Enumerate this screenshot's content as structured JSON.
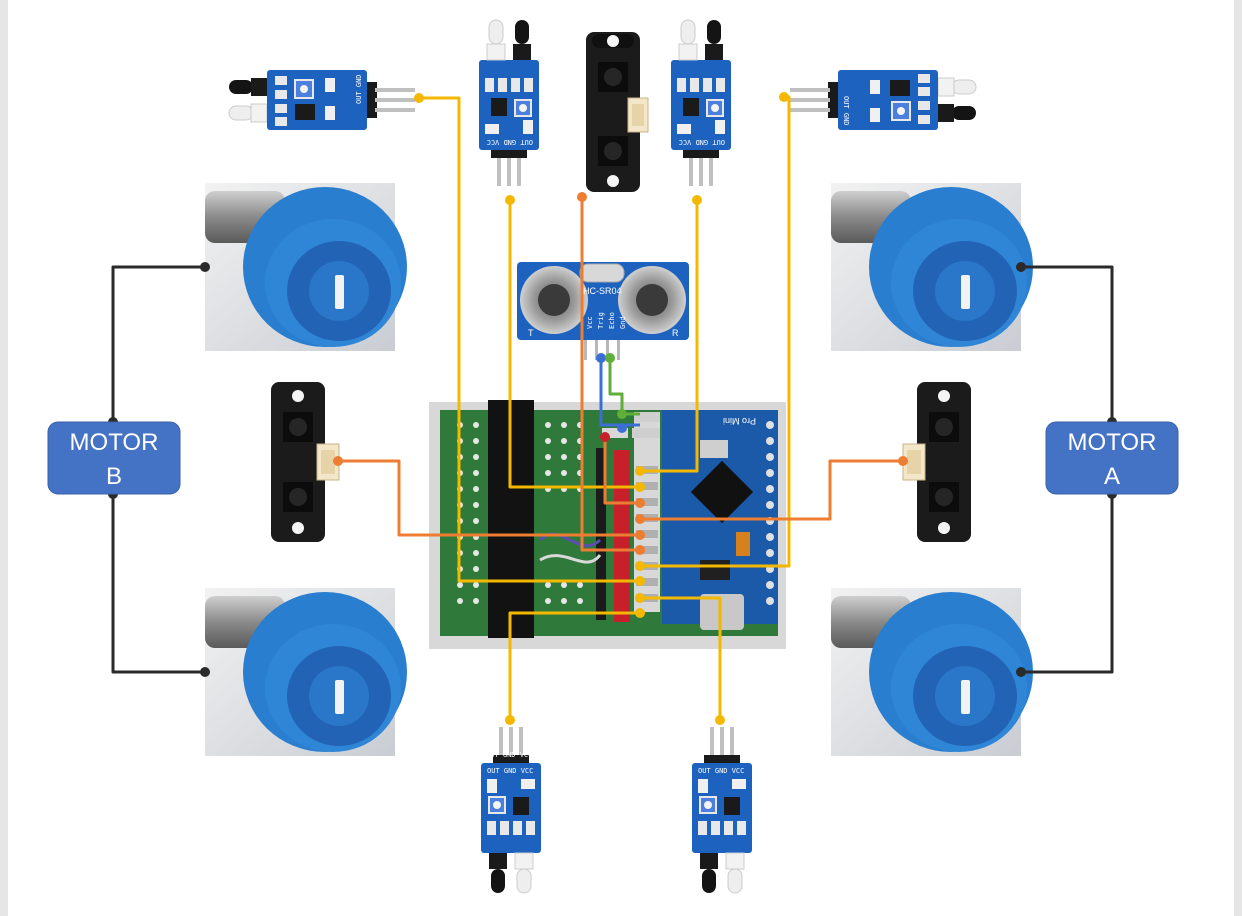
{
  "motors": {
    "left_label_line1": "MOTOR",
    "left_label_line2": "B",
    "right_label_line1": "MOTOR",
    "right_label_line2": "A"
  },
  "ultrasonic": {
    "model": "HC-SR04",
    "pins": [
      "Vcc",
      "Trig",
      "Echo",
      "Gnd"
    ],
    "t_mark": "T",
    "r_mark": "R"
  },
  "ir_sensor": {
    "pin_labels": "OUT GND VCC"
  },
  "arduino": {
    "board_text": "Pro Mini"
  },
  "colors": {
    "wire_signal_ir": "#f5b800",
    "wire_sharp": "#ee7d31",
    "wire_trig": "#3b6fd4",
    "wire_echo": "#5fae3a",
    "wire_motor": "#2a2a2a",
    "motor_box": "#4472c4",
    "pcb_blue": "#1e62c0",
    "perfboard_green": "#2f7a3a",
    "motor_blue": "#2f86d6",
    "page_bg": "#ffffff",
    "frame_bg": "#e6e6e6"
  }
}
